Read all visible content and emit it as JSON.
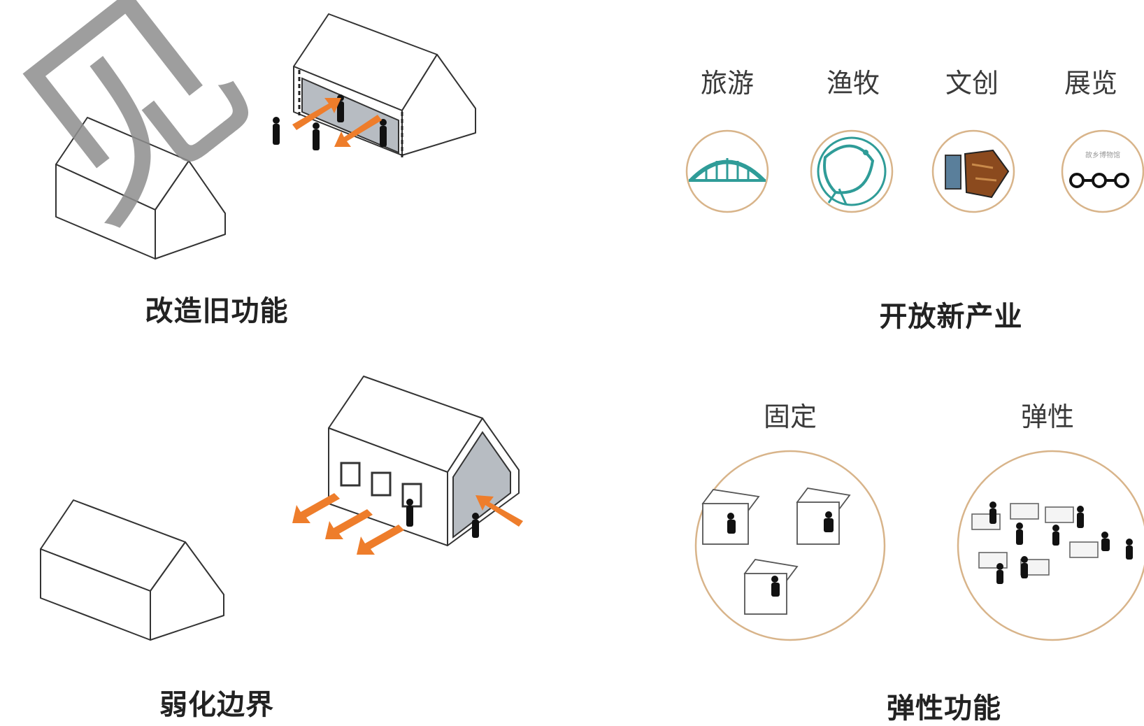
{
  "watermark": "见",
  "panels": {
    "top_left": {
      "caption": "改造旧功能"
    },
    "top_right": {
      "caption": "开放新产业",
      "industries": [
        {
          "label": "旅游",
          "icon": "bridge-icon"
        },
        {
          "label": "渔牧",
          "icon": "fish-icon"
        },
        {
          "label": "文创",
          "icon": "craft-icon"
        },
        {
          "label": "展览",
          "icon": "exhibition-icon",
          "sign_text": "故乡博物馆"
        }
      ]
    },
    "bottom_left": {
      "caption": "弱化边界"
    },
    "bottom_right": {
      "caption": "弹性功能",
      "modes": [
        {
          "label": "固定",
          "icon": "fixed-rooms-icon"
        },
        {
          "label": "弹性",
          "icon": "flexible-space-icon"
        }
      ]
    }
  },
  "colors": {
    "arrow": "#ee7d2b",
    "circle_ring": "#d8b48a",
    "teal": "#2f9c98",
    "line": "#333333",
    "shade": "#b7bcc2"
  }
}
